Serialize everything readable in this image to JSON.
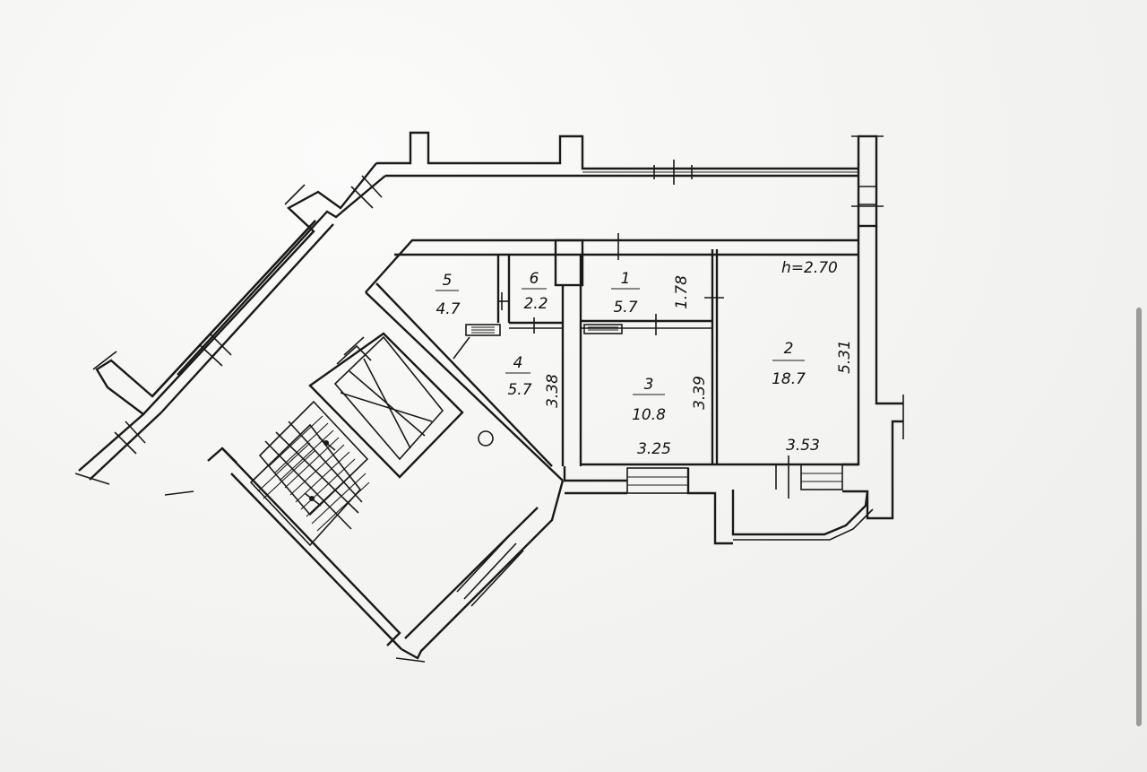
{
  "plan": {
    "height_note": "h=2.70",
    "rooms": [
      {
        "id": "room-5",
        "number": "5",
        "area": "4.7"
      },
      {
        "id": "room-6",
        "number": "6",
        "area": "2.2"
      },
      {
        "id": "room-1",
        "number": "1",
        "area": "5.7"
      },
      {
        "id": "room-2",
        "number": "2",
        "area": "18.7"
      },
      {
        "id": "room-3",
        "number": "3",
        "area": "10.8"
      },
      {
        "id": "room-4",
        "number": "4",
        "area": "5.7"
      }
    ],
    "dimensions": {
      "d178": "1.78",
      "d531": "5.31",
      "d338": "3.38",
      "d339": "3.39",
      "d325": "3.25",
      "d353": "3.53"
    }
  }
}
